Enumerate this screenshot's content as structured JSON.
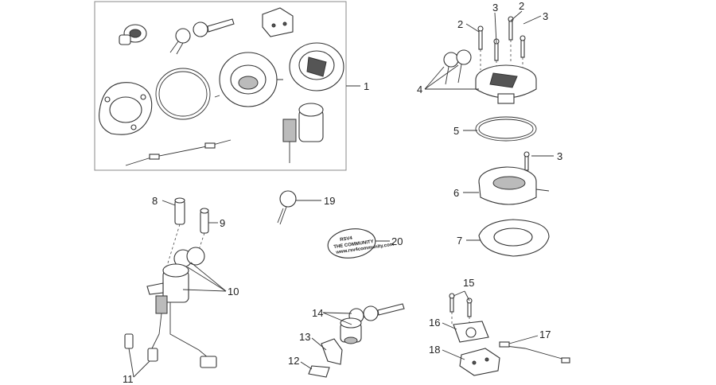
{
  "diagram": {
    "callouts": [
      {
        "id": "c1",
        "text": "1"
      },
      {
        "id": "c2a",
        "text": "2"
      },
      {
        "id": "c3a",
        "text": "3"
      },
      {
        "id": "c2b",
        "text": "2"
      },
      {
        "id": "c3b",
        "text": "3"
      },
      {
        "id": "c4",
        "text": "4"
      },
      {
        "id": "c5",
        "text": "5"
      },
      {
        "id": "c3c",
        "text": "3"
      },
      {
        "id": "c6",
        "text": "6"
      },
      {
        "id": "c7",
        "text": "7"
      },
      {
        "id": "c8",
        "text": "8"
      },
      {
        "id": "c9",
        "text": "9"
      },
      {
        "id": "c10",
        "text": "10"
      },
      {
        "id": "c11",
        "text": "11"
      },
      {
        "id": "c19",
        "text": "19"
      },
      {
        "id": "c20",
        "text": "20"
      },
      {
        "id": "c14",
        "text": "14"
      },
      {
        "id": "c13",
        "text": "13"
      },
      {
        "id": "c12",
        "text": "12"
      },
      {
        "id": "c15",
        "text": "15"
      },
      {
        "id": "c16",
        "text": "16"
      },
      {
        "id": "c17",
        "text": "17"
      },
      {
        "id": "c18",
        "text": "18"
      }
    ],
    "sticker_text": [
      "RSV4",
      "THE COMMUNITY",
      "www.rsv4community.com"
    ]
  }
}
